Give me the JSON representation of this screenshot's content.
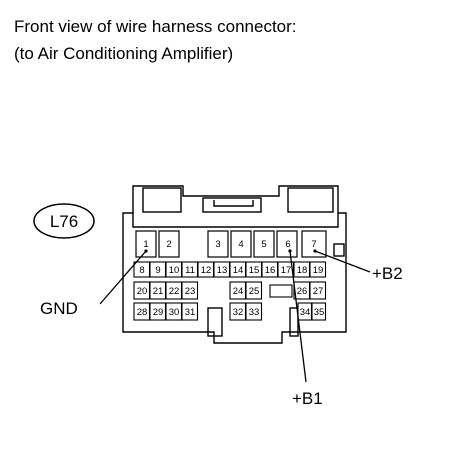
{
  "title_line1": "Front view of wire harness connector:",
  "title_line2": "(to Air Conditioning Amplifier)",
  "connector_id": "L76",
  "labels": {
    "gnd": "GND",
    "b1": "+B1",
    "b2": "+B2"
  },
  "pins": {
    "p1": "1",
    "p2": "2",
    "p3": "3",
    "p4": "4",
    "p5": "5",
    "p6": "6",
    "p7": "7",
    "p8": "8",
    "p9": "9",
    "p10": "10",
    "p11": "11",
    "p12": "12",
    "p13": "13",
    "p14": "14",
    "p15": "15",
    "p16": "16",
    "p17": "17",
    "p18": "18",
    "p19": "19",
    "p20": "20",
    "p21": "21",
    "p22": "22",
    "p23": "23",
    "p24": "24",
    "p25": "25",
    "p26": "26",
    "p27": "27",
    "p28": "28",
    "p29": "29",
    "p30": "30",
    "p31": "31",
    "p32": "32",
    "p33": "33",
    "p34": "34",
    "p35": "35"
  }
}
